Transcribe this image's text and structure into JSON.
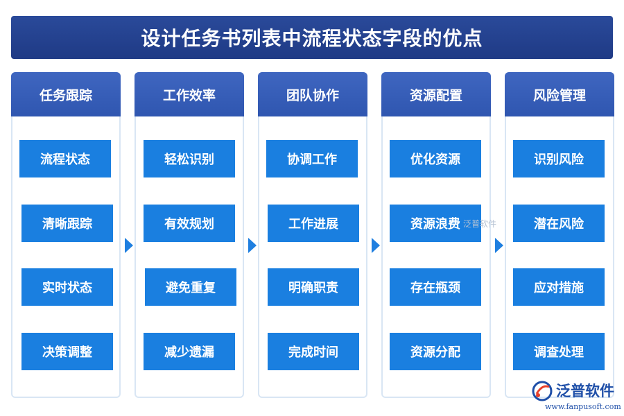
{
  "title": "设计任务书列表中流程状态字段的优点",
  "columns": [
    {
      "header": "任务跟踪",
      "items": [
        "流程状态",
        "清晰跟踪",
        "实时状态",
        "决策调整"
      ]
    },
    {
      "header": "工作效率",
      "items": [
        "轻松识别",
        "有效规划",
        "避免重复",
        "减少遗漏"
      ]
    },
    {
      "header": "团队协作",
      "items": [
        "协调工作",
        "工作进展",
        "明确职责",
        "完成时间"
      ]
    },
    {
      "header": "资源配置",
      "items": [
        "优化资源",
        "资源浪费",
        "存在瓶颈",
        "资源分配"
      ]
    },
    {
      "header": "风险管理",
      "items": [
        "识别风险",
        "潜在风险",
        "应对措施",
        "调查处理"
      ]
    }
  ],
  "watermark": "泛普软件",
  "brand": {
    "name": "泛普软件",
    "url": "www.fanpusoft.com"
  },
  "colors": {
    "title_bg": "#1f3a85",
    "header_bg": "#3360b8",
    "item_bg": "#1a7fe0",
    "border": "#d9e6f4"
  }
}
